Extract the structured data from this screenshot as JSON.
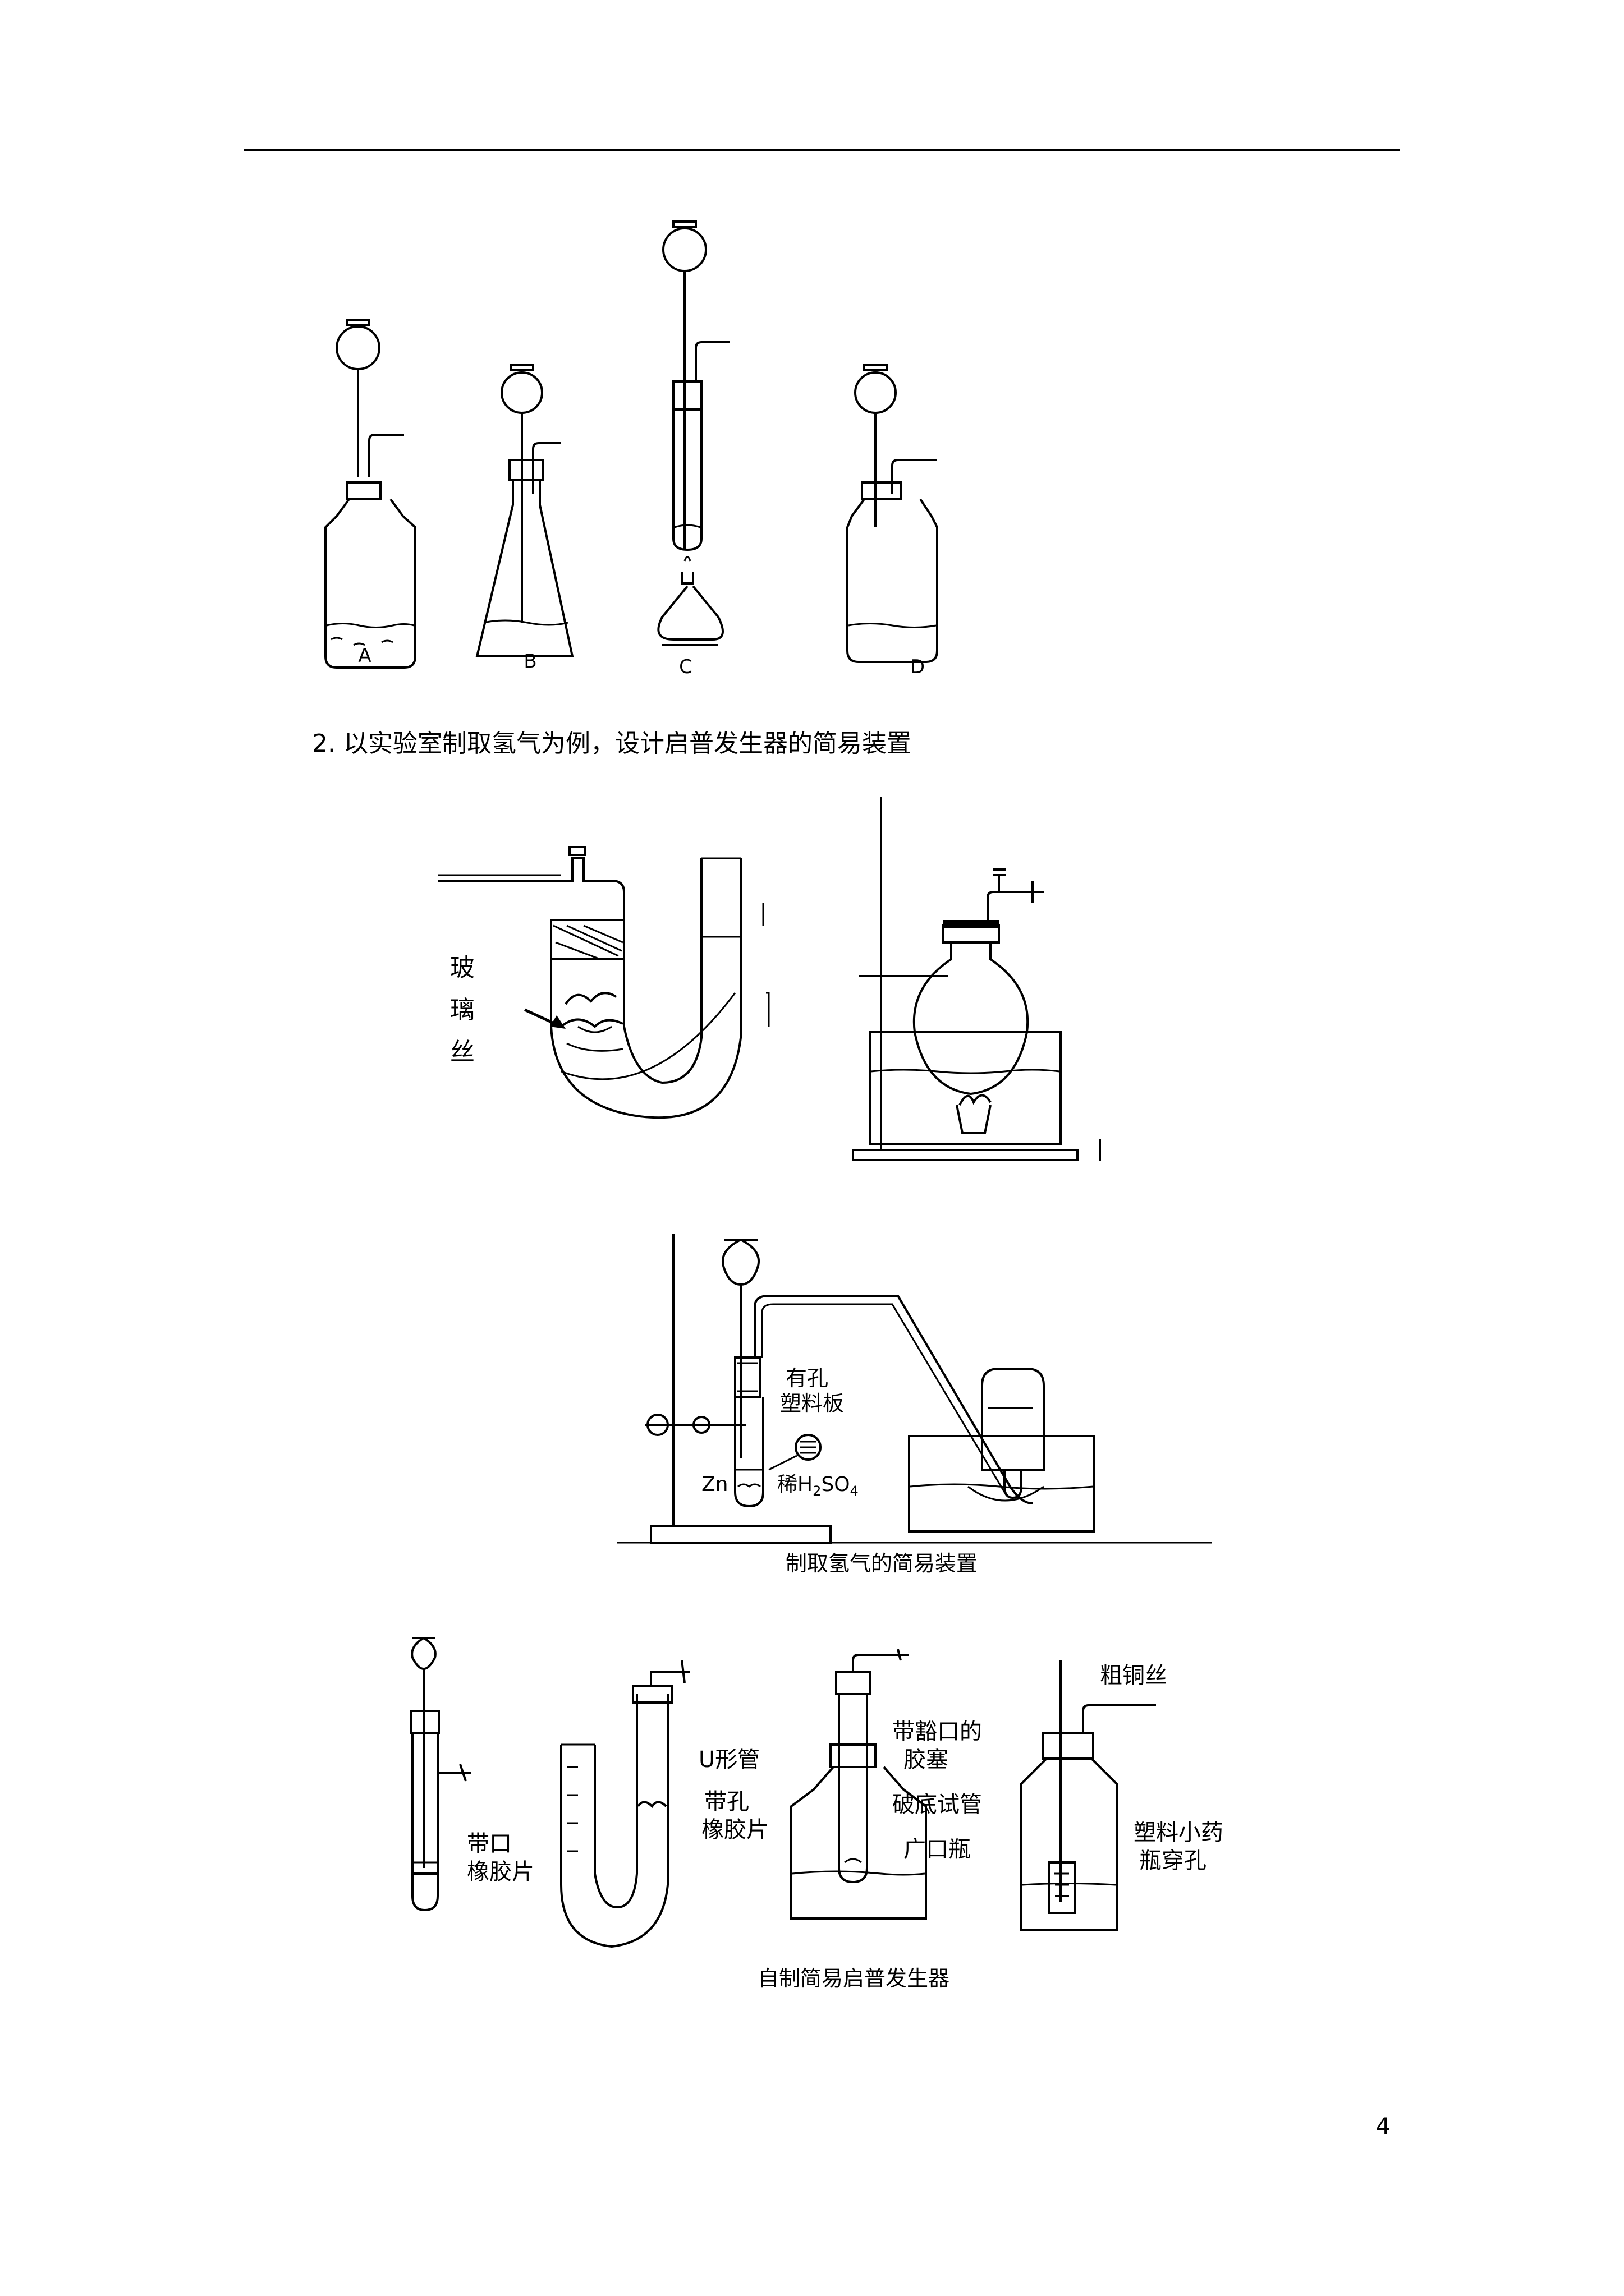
{
  "figure1": {
    "labels": [
      "A",
      "B",
      "C",
      "D"
    ]
  },
  "question": {
    "text": "2. 以实验室制取氢气为例，设计启普发生器的简易装置"
  },
  "figure2": {
    "left_label": [
      "玻",
      "璃",
      "丝"
    ]
  },
  "figure3": {
    "plate_label_line1": "有孔",
    "plate_label_line2": "塑料板",
    "zn_label": "Zn",
    "acid_label": "稀H",
    "acid_sub1": "2",
    "acid_mid": "SO",
    "acid_sub2": "4",
    "caption": "制取氢气的简易装置"
  },
  "figure4": {
    "label_1a": "带口",
    "label_1b": "橡胶片",
    "label_2a": "U形管",
    "label_2b": "带孔",
    "label_2c": "橡胶片",
    "label_3a": "带豁口的",
    "label_3b": "胶塞",
    "label_3c": "破底试管",
    "label_3d": "广口瓶",
    "label_4a": "粗铜丝",
    "label_4b": "塑料小药",
    "label_4c": "瓶穿孔",
    "caption": "自制简易启普发生器"
  },
  "page_number": "4"
}
